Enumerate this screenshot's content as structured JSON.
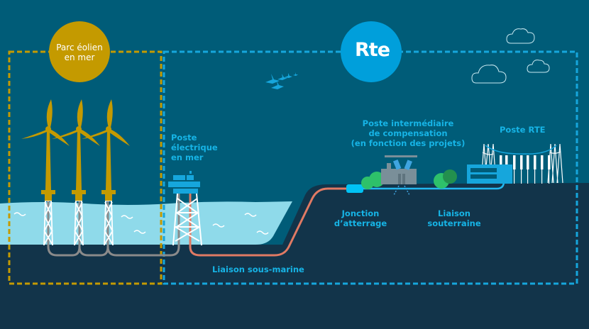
{
  "diagram": {
    "title_badge": {
      "text_line1": "Parc éolien",
      "text_line2": "en mer",
      "color": "#c49a00"
    },
    "logo": {
      "text": "Rte",
      "color": "#009fdb"
    },
    "colors": {
      "sky": "#005c78",
      "ground": "#12344a",
      "sea": "#8fdaea",
      "wind_farm_border": "#c49a00",
      "rte_border": "#16a6dc",
      "export_cable": "#e07a64",
      "array_cable": "#8a8a8a",
      "underground_cable": "#22b8f0",
      "label": "#16b4e6"
    },
    "labels": {
      "offshore_substation": [
        "Poste",
        "électrique",
        "en mer"
      ],
      "intermediate_substation": [
        "Poste intermédiaire",
        "de compensation",
        "(en fonction des projets)"
      ],
      "rte_substation": "Poste RTE",
      "landing_junction": [
        "Jonction",
        "d’atterrage"
      ],
      "underground_link": [
        "Liaison",
        "souterraine"
      ],
      "submarine_link": "Liaison sous-marine"
    },
    "icons": [
      "wind-turbine-icon",
      "offshore-platform-icon",
      "bird-flock-icon",
      "cloud-icon",
      "tree-icon",
      "pylon-icon",
      "building-icon"
    ]
  }
}
